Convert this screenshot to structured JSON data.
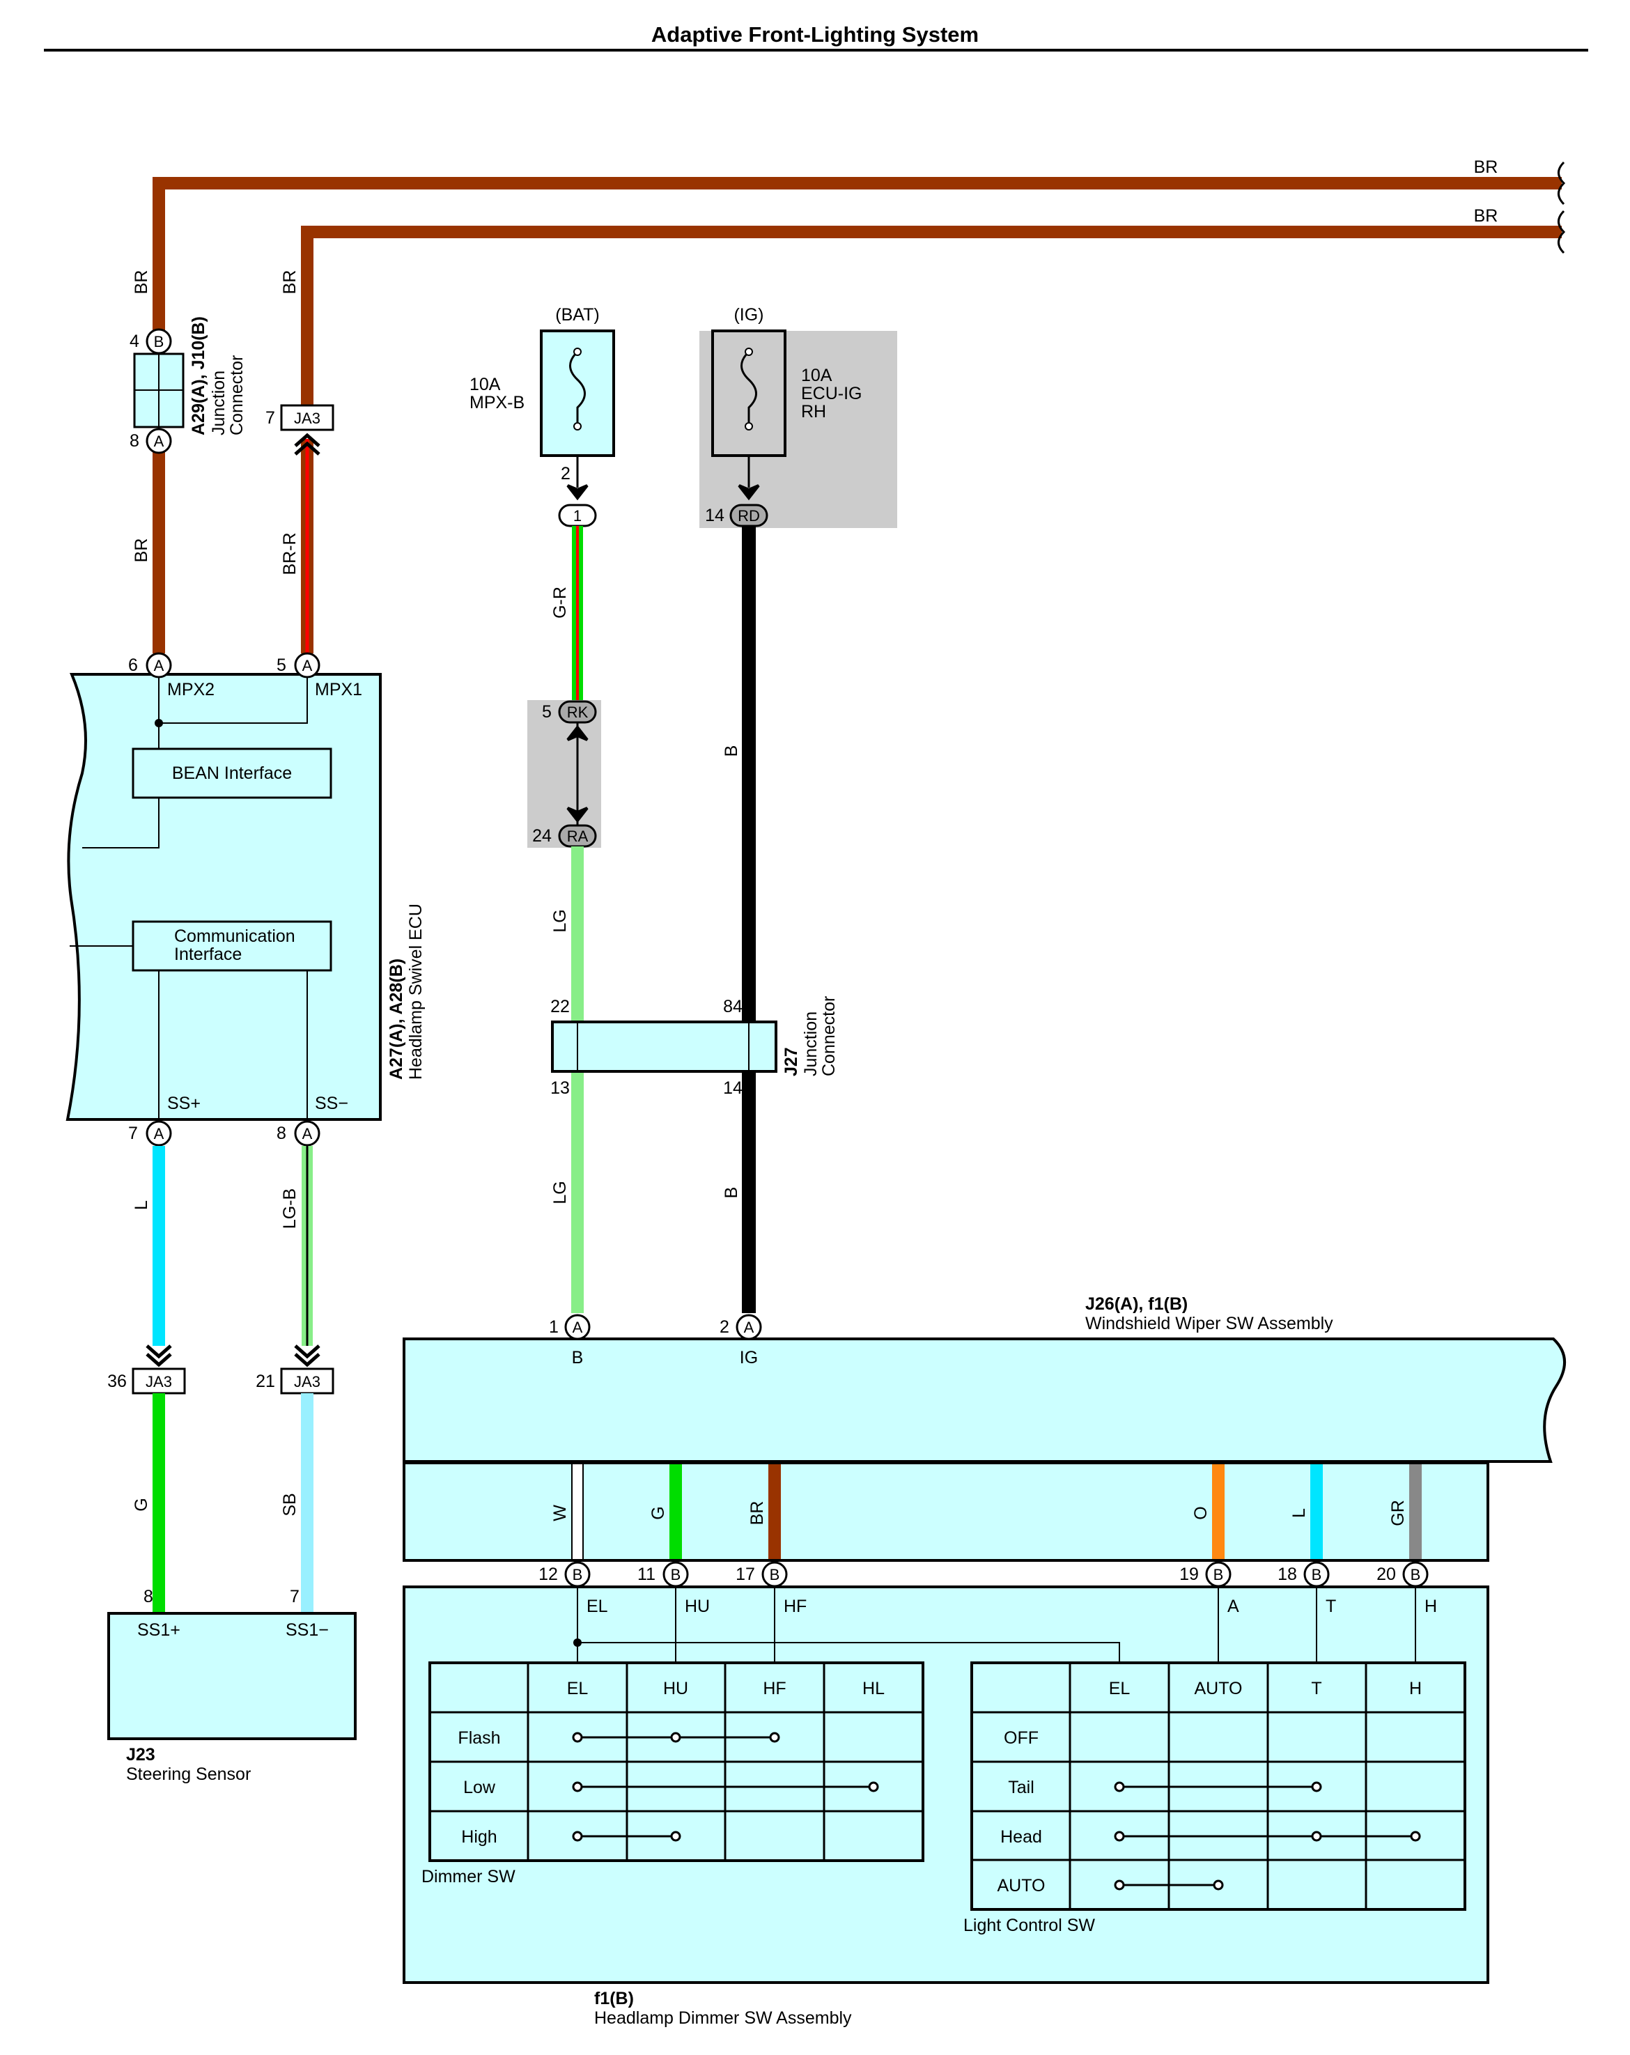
{
  "title": "Adaptive Front-Lighting System",
  "colors": {
    "BR": "#993300",
    "R": "#ff0000",
    "G": "#00dd00",
    "B": "#000000",
    "LG": "#88ee88",
    "L": "#00e5ff",
    "SB": "#99f0ff",
    "W": "#ffffff",
    "O": "#ff8811",
    "GR": "#888888",
    "component_fill": "#ccffff",
    "shade": "#cccccc"
  },
  "wires": {
    "top1": "BR",
    "top2": "BR",
    "left_top": "BR",
    "left_bot": "BR",
    "ja3_top": "BR",
    "ja3_bot": "BR-R",
    "gr_wire": "G-R",
    "lg1": "LG",
    "lg2": "LG",
    "b1": "B",
    "b2": "B",
    "l_wire": "L",
    "lgb_wire": "LG-B",
    "g_wire": "G",
    "sb_wire": "SB",
    "bw": "W",
    "bg": "G",
    "bbr": "BR",
    "bo": "O",
    "bl": "L",
    "bgr": "GR"
  },
  "connectors": {
    "a29": {
      "code": "A29(A), J10(B)",
      "name1": "Junction",
      "name2": "Connector",
      "pin_top": "4",
      "pin_top_letter": "B",
      "pin_bot": "8",
      "pin_bot_letter": "A"
    },
    "ja3_top": {
      "code": "JA3",
      "pin": "7"
    },
    "fuse_bat": {
      "supply": "(BAT)",
      "rating": "10A",
      "name": "MPX-B",
      "pin": "2",
      "conn": "1"
    },
    "fuse_ig": {
      "supply": "(IG)",
      "rating": "10A",
      "name": "ECU-IG",
      "side": "RH",
      "pin": "14",
      "conn": "RD"
    },
    "rk": {
      "pin": "5",
      "code": "RK"
    },
    "ra": {
      "pin": "24",
      "code": "RA"
    },
    "j27": {
      "code": "J27",
      "name1": "Junction",
      "name2": "Connector",
      "p22": "22",
      "p84": "84",
      "p13": "13",
      "p14": "14"
    },
    "ja3_l": {
      "code": "JA3",
      "pin": "36"
    },
    "ja3_r": {
      "code": "JA3",
      "pin": "21"
    }
  },
  "ecu": {
    "code": "A27(A), A28(B)",
    "name": "Headlamp Swivel ECU",
    "mpx2": "MPX2",
    "mpx1": "MPX1",
    "bean": "BEAN Interface",
    "comm1": "Communication",
    "comm2": "Interface",
    "ssp": "SS+",
    "ssm": "SS−",
    "pins": {
      "p6": "6",
      "p5": "5",
      "p7": "7",
      "p8": "8",
      "letter": "A"
    }
  },
  "steering": {
    "code": "J23",
    "name": "Steering Sensor",
    "ss1p": "SS1+",
    "ss1m": "SS1−",
    "p8": "8",
    "p7": "7"
  },
  "wiper": {
    "code": "J26(A), f1(B)",
    "name": "Windshield Wiper SW Assembly",
    "pin1": "1",
    "pin2": "2",
    "letter": "A",
    "lbl_b": "B",
    "lbl_ig": "IG"
  },
  "dimmer_assy": {
    "code": "f1(B)",
    "name": "Headlamp Dimmer SW Assembly",
    "pins": [
      {
        "num": "12",
        "letter": "B",
        "func": "EL"
      },
      {
        "num": "11",
        "letter": "B",
        "func": "HU"
      },
      {
        "num": "17",
        "letter": "B",
        "func": "HF"
      },
      {
        "num": "19",
        "letter": "B",
        "func": "A"
      },
      {
        "num": "18",
        "letter": "B",
        "func": "T"
      },
      {
        "num": "20",
        "letter": "B",
        "func": "H"
      }
    ]
  },
  "dimmer_sw": {
    "label": "Dimmer SW",
    "cols": [
      "EL",
      "HU",
      "HF",
      "HL"
    ],
    "rows": [
      "Flash",
      "Low",
      "High"
    ]
  },
  "light_sw": {
    "label": "Light Control SW",
    "cols": [
      "EL",
      "AUTO",
      "T",
      "H"
    ],
    "rows": [
      "OFF",
      "Tail",
      "Head",
      "AUTO"
    ]
  }
}
